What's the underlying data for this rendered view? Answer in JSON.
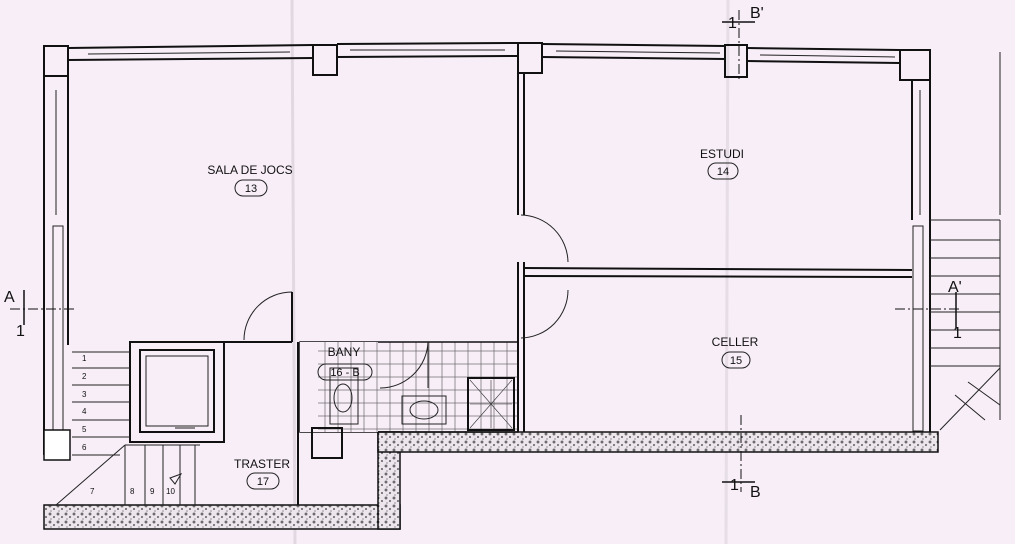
{
  "rooms": [
    {
      "label": "SALA DE JOCS",
      "number": "13"
    },
    {
      "label": "ESTUDI",
      "number": "14"
    },
    {
      "label": "CELLER",
      "number": "15"
    },
    {
      "label": "BANY",
      "number": "16 - B"
    },
    {
      "label": "TRASTER",
      "number": "17"
    }
  ],
  "sections": {
    "a": "A",
    "a_prime": "A'",
    "b": "B",
    "b_prime": "B'",
    "mark_1": "1",
    "mark_2": "1",
    "mark_3": "1",
    "mark_4": "1"
  },
  "stairs": {
    "steps": [
      "1",
      "2",
      "3",
      "4",
      "5",
      "6",
      "7",
      "8",
      "9",
      "10"
    ]
  }
}
